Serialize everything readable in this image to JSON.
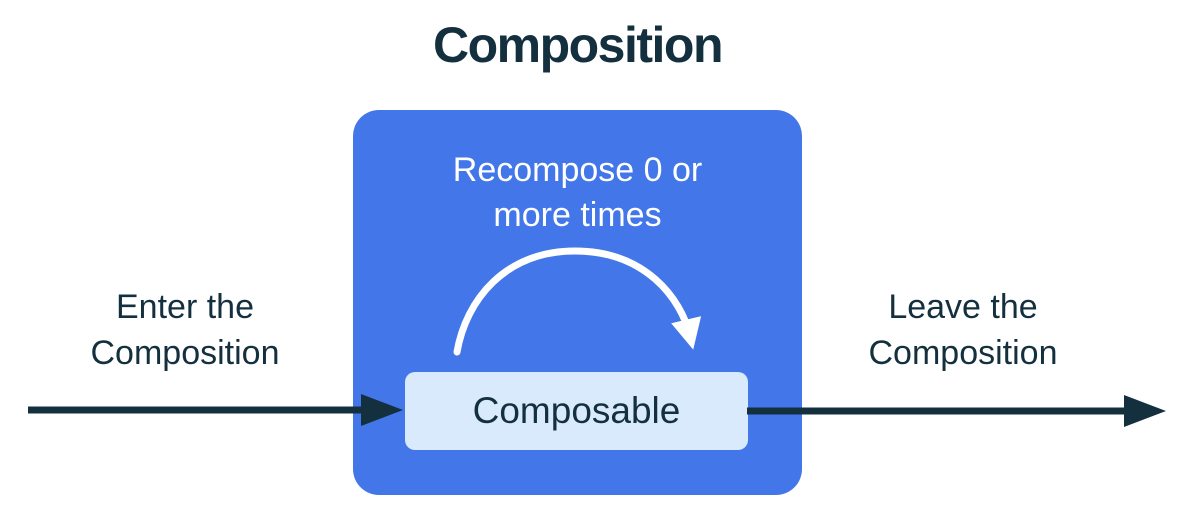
{
  "title": "Composition",
  "composition_box": {
    "recompose_label_line1": "Recompose 0 or",
    "recompose_label_line2": "more times",
    "composable_label": "Composable"
  },
  "flow": {
    "enter_label_line1": "Enter the",
    "enter_label_line2": "Composition",
    "leave_label_line1": "Leave the",
    "leave_label_line2": "Composition"
  },
  "icons": {
    "enter_arrow": "right-arrow",
    "leave_arrow": "right-arrow",
    "recompose_arrow": "curved-loop-arrow"
  },
  "colors": {
    "blue": "#4377e9",
    "light-blue": "#d8eafb",
    "dark": "#14303f",
    "white": "#ffffff",
    "bg": "#ffffff"
  }
}
